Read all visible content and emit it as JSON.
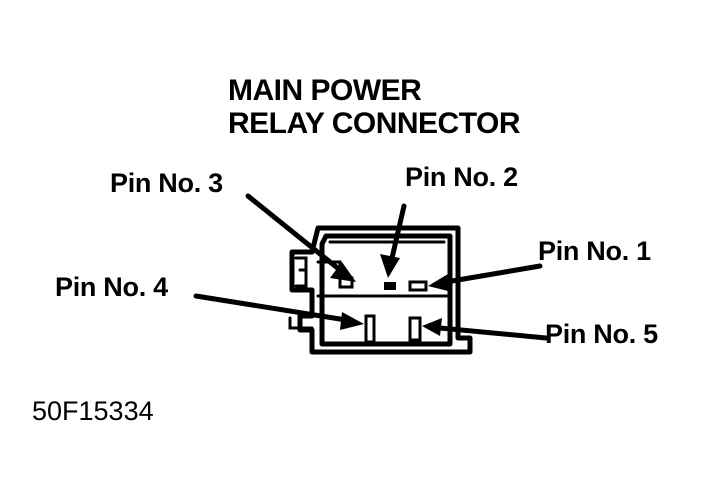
{
  "title": {
    "line1": "MAIN POWER",
    "line2": "RELAY CONNECTOR"
  },
  "pins": [
    {
      "id": "pin-1",
      "label": "Pin No. 1"
    },
    {
      "id": "pin-2",
      "label": "Pin No. 2"
    },
    {
      "id": "pin-3",
      "label": "Pin No. 3"
    },
    {
      "id": "pin-4",
      "label": "Pin No. 4"
    },
    {
      "id": "pin-5",
      "label": "Pin No. 5"
    }
  ],
  "figure_code": "50F15334"
}
